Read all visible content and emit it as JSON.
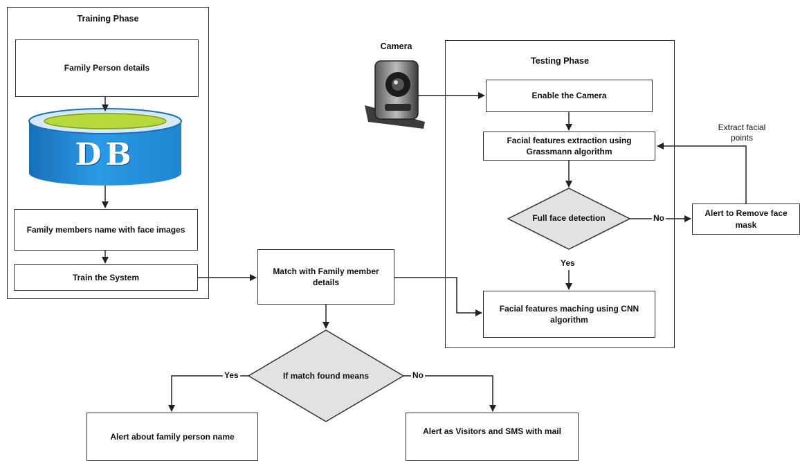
{
  "training": {
    "title": "Training Phase",
    "family_details": "Family Person details",
    "db_label": "DB",
    "members_with_images": "Family members name with face images",
    "train_system": "Train the System"
  },
  "camera_label": "Camera",
  "testing": {
    "title": "Testing Phase",
    "enable_camera": "Enable the Camera",
    "extraction": "Facial features extraction using Grassmann algorithm",
    "full_face_detection": "Full face detection",
    "matching": "Facial features maching using CNN algorithm",
    "no_label": "No",
    "yes_label": "Yes"
  },
  "extract_points_label": "Extract facial points",
  "remove_mask_alert": "Alert to Remove face mask",
  "match_family": "Match with Family member details",
  "decision": {
    "text": "If match found means",
    "yes_label": "Yes",
    "no_label": "No"
  },
  "alert_family": "Alert about family person name",
  "alert_visitors": "Alert as Visitors and  SMS with mail",
  "colors": {
    "db_blue": "#1e8ad6",
    "db_top": "#b7d93c",
    "diamond_fill": "#e2e2e2"
  }
}
